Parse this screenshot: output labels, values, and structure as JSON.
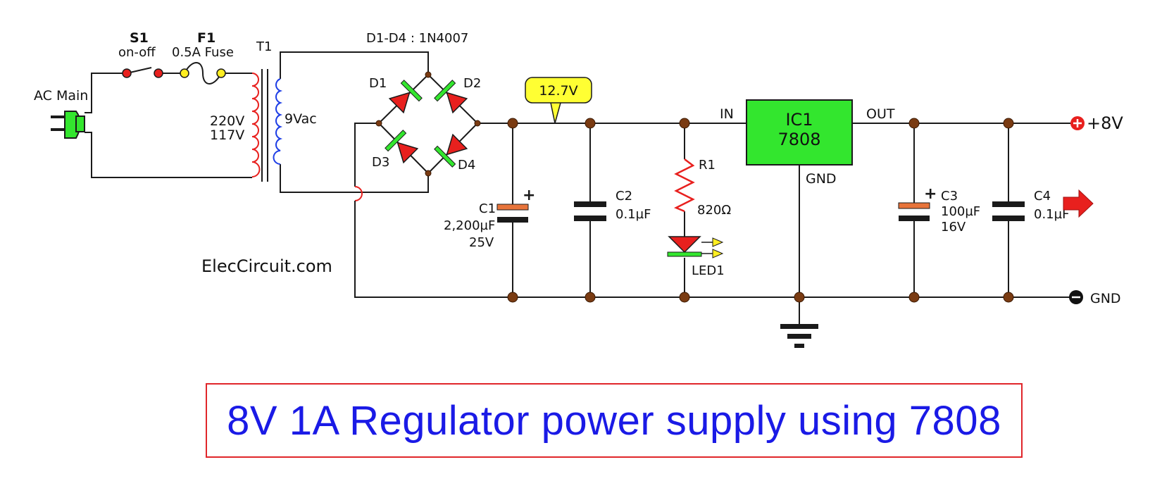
{
  "diagram": {
    "title": "8V 1A Regulator power supply using 7808",
    "watermark": "ElecCircuit.com",
    "ac_main": "AC Main",
    "switch": {
      "ref": "S1",
      "desc": "on-off"
    },
    "fuse": {
      "ref": "F1",
      "desc": "0.5A Fuse"
    },
    "transformer": {
      "ref": "T1",
      "primary_1": "220V",
      "primary_2": "117V",
      "secondary": "9Vac"
    },
    "diodes": {
      "group": "D1-D4 : 1N4007",
      "d1": "D1",
      "d2": "D2",
      "d3": "D3",
      "d4": "D4"
    },
    "voltage_tag": "12.7V",
    "c1": {
      "ref": "C1",
      "value": "2,200µF",
      "rating": "25V"
    },
    "c2": {
      "ref": "C2",
      "value": "0.1µF"
    },
    "r1": {
      "ref": "R1",
      "value": "820Ω"
    },
    "led": {
      "ref": "LED1"
    },
    "ic": {
      "ref": "IC1",
      "part": "7808",
      "pin_in": "IN",
      "pin_out": "OUT",
      "pin_gnd": "GND"
    },
    "c3": {
      "ref": "C3",
      "value": "100µF",
      "rating": "16V"
    },
    "c4": {
      "ref": "C4",
      "value": "0.1µF"
    },
    "output_pos": "+8V",
    "output_gnd": "GND",
    "colors": {
      "wire": "#1a1a1a",
      "diode": "#e8201e",
      "ic_fill": "#33e62e",
      "tag_fill": "#ffff33",
      "title": "#1a1ae6",
      "frame": "#e0262a",
      "node": "#7a3b12"
    }
  }
}
